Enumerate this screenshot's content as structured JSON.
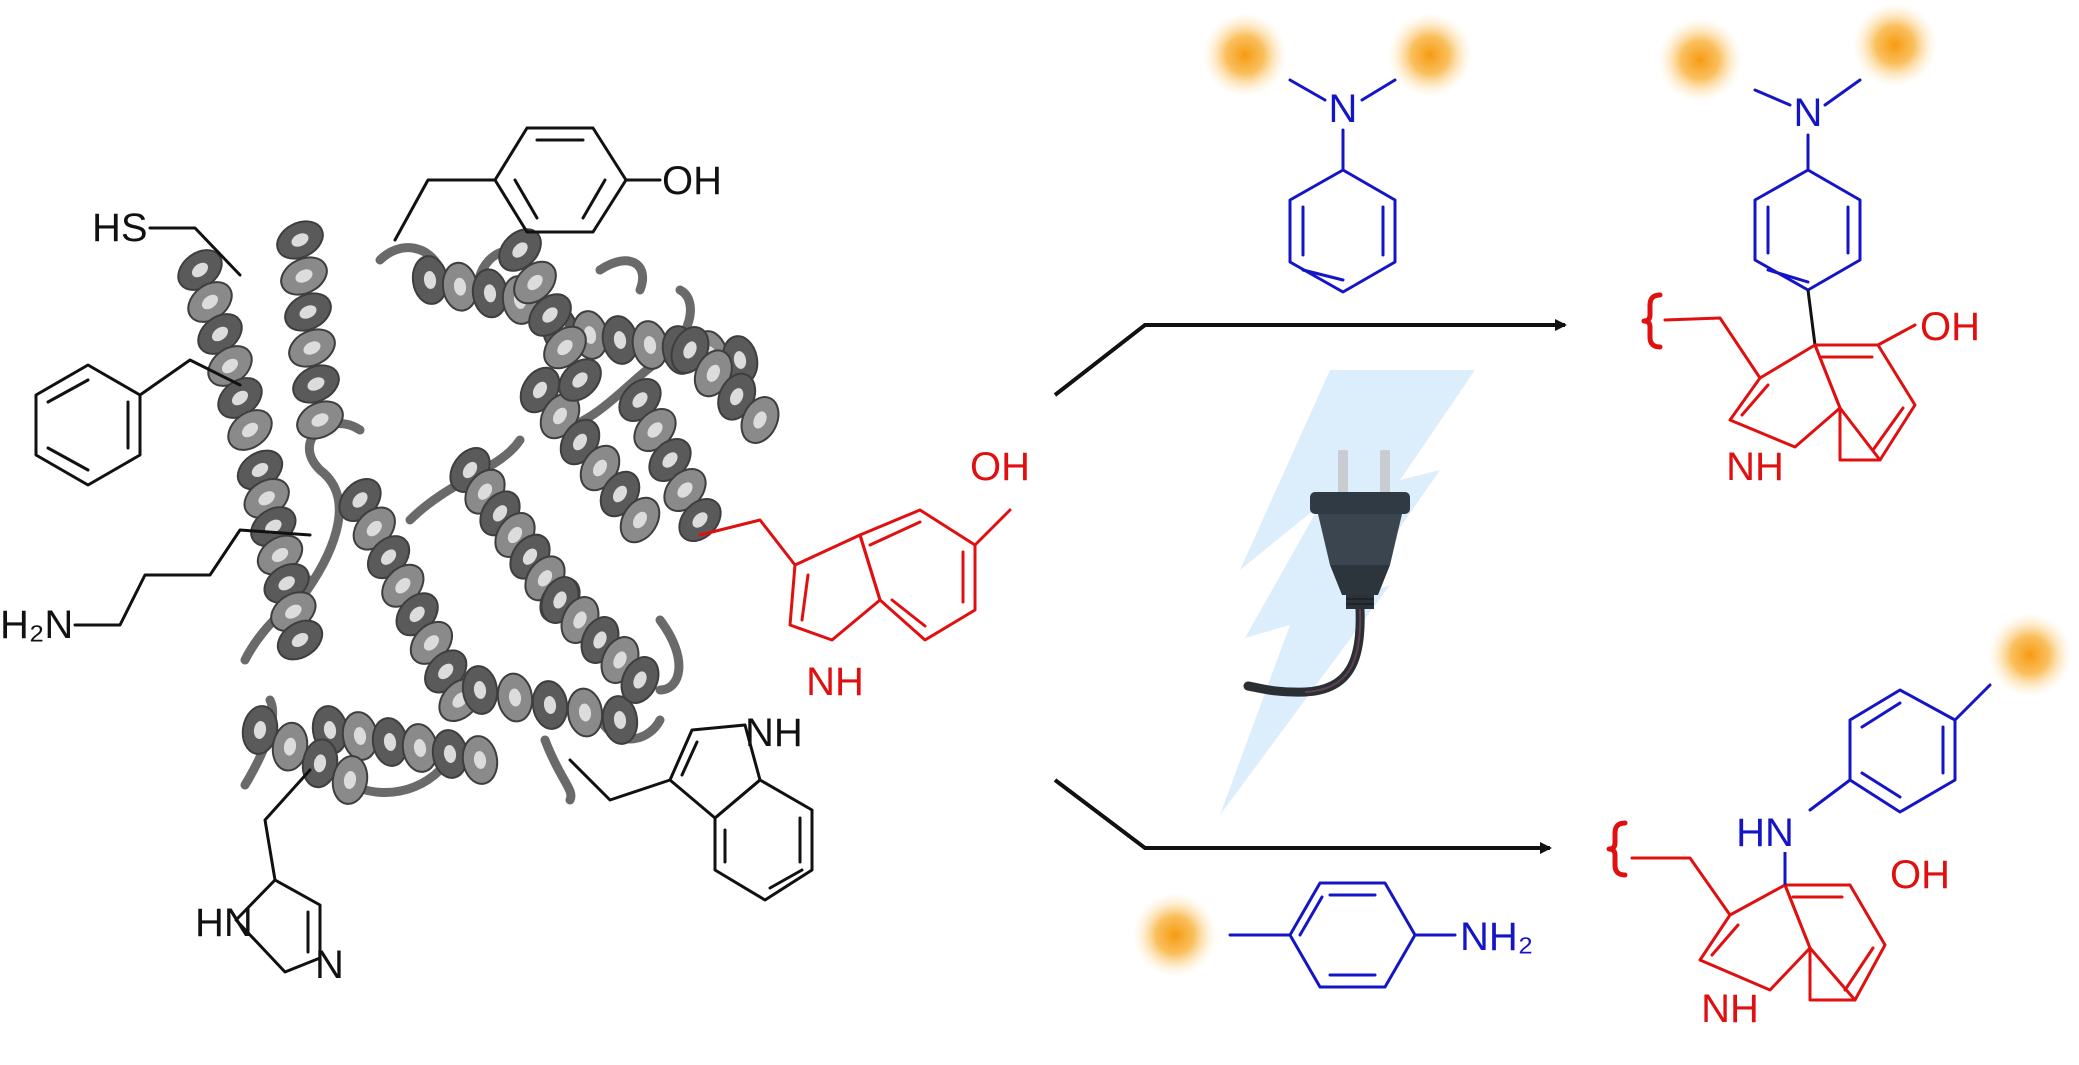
{
  "colors": {
    "black": "#111111",
    "red": "#e01010",
    "blue": "#1515c8",
    "orange": "#f7a11a",
    "protein_dark": "#555555",
    "protein_mid": "#8a8a8a",
    "protein_light": "#d5d5d5",
    "bolt": "#dcefff",
    "plug": "#3a4550"
  },
  "protein_labels": {
    "cys": "HS",
    "tyr": "OH",
    "lys": "H₂N",
    "his_nh": "HN",
    "his_n": "N",
    "trp_nh": "NH"
  },
  "substrate_labels": {
    "oh": "OH",
    "nh": "NH"
  },
  "reagents": {
    "dimethylaniline_n": "N",
    "aniline_nh2": "NH₂"
  },
  "products": {
    "top_n": "N",
    "top_oh": "OH",
    "top_nh": "NH",
    "bottom_hn": "HN",
    "bottom_oh": "OH",
    "bottom_nh": "NH"
  },
  "icons": [
    "protein-ribbon",
    "lightning-bolt-icon",
    "electric-plug-icon",
    "reaction-arrow",
    "orange-dot-icon"
  ]
}
